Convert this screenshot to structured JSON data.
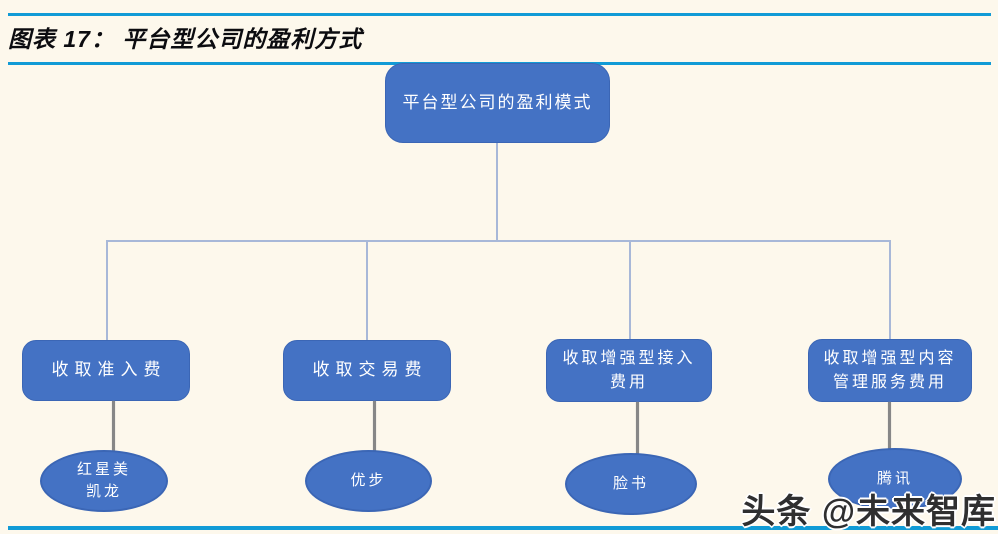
{
  "page": {
    "title": "图表 17： 平台型公司的盈利方式",
    "watermark": "头条 @未来智库"
  },
  "diagram": {
    "root_label": "平台型公司的盈利模式",
    "branches": [
      {
        "method": "收取准入费",
        "example": "红星美\n凯龙"
      },
      {
        "method": "收取交易费",
        "example": "优步"
      },
      {
        "method": "收取增强型接入\n费用",
        "example": "脸书"
      },
      {
        "method": "收取增强型内容\n管理服务费用",
        "example": "腾讯"
      }
    ]
  },
  "colors": {
    "background": "#FDF8EC",
    "node_fill": "#4472C4",
    "node_border": "#3B66B5",
    "node_text": "#FFFFFF",
    "rule_cyan": "#119BD6",
    "tree_line": "#A8B8D8",
    "stem_line": "#878787",
    "title_text": "#0C0C10"
  }
}
